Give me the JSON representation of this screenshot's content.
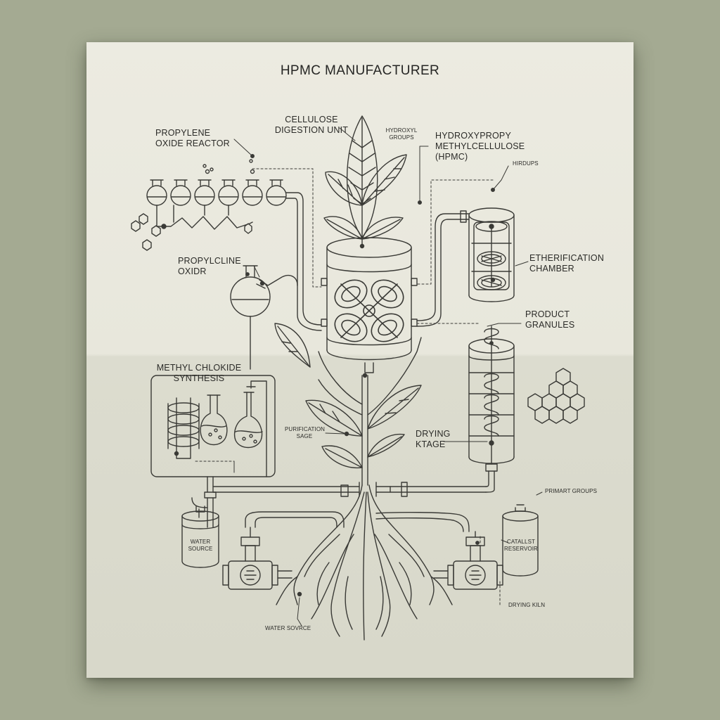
{
  "title": "HPMC MANUFACTURER",
  "labels": {
    "cellulose_digestion": "CELLULOSE\nDIGESTION UNIT",
    "hydroxyl_groups": "HYDROXYL\nGROUPS",
    "propylene_oxide_reactor": "PROPYLENE\nOXIDE REACTOR",
    "hpmc": "HYDROXYPROPY\nMETHYLCELLULOSE\n(HPMC)",
    "hirdups": "HIRDUPS",
    "propylcline_oxidr": "PROPYLCLINE\nOXIDR",
    "etherification_chamber": "ETHERIFICATION\nCHAMBER",
    "product_granules": "PRODUCT\nGRANULES",
    "methyl_chloride_synthesis": "METHYL CHLOKIDE\nSYNTHESIS",
    "purification_stage": "PURIFICATION\nSAGE",
    "drying_stage": "DRYING\nKTAGE",
    "primart_groups": "PRIMART GROUPS",
    "water_source_tank": "WATER\nSOURCE",
    "catalyst_reservoir": "CATALLST\nRESERVOIR",
    "drying_kiln": "DRYING KILN",
    "water_source_bottom": "WATER SOVRCE"
  },
  "colors": {
    "background": "#a4aa92",
    "paper_top": "#ecebe1",
    "paper_bottom": "#d8d8ca",
    "ink": "#2b2b28"
  }
}
